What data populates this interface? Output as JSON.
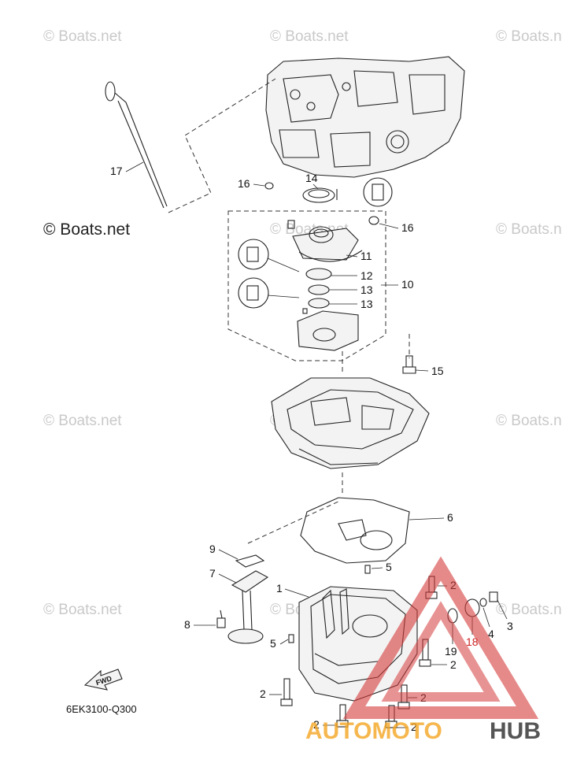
{
  "diagram_code": "6EK3100-Q300",
  "watermark_text": "© Boats.net",
  "fwd_label": "FWD",
  "logo": {
    "part1": "AUTOMOTO",
    "part2": "HUB",
    "color_orange": "#f5a623",
    "color_red": "#d63a3a",
    "color_gray": "#555555"
  },
  "callouts": {
    "c1": "1",
    "c2a": "2",
    "c2b": "2",
    "c2c": "2",
    "c2d": "2",
    "c2e": "2",
    "c2f": "2",
    "c3": "3",
    "c4": "4",
    "c5a": "5",
    "c5b": "5",
    "c6": "6",
    "c7": "7",
    "c8": "8",
    "c9": "9",
    "c10": "10",
    "c11": "11",
    "c12": "12",
    "c13a": "13",
    "c13b": "13",
    "c14": "14",
    "c15": "15",
    "c16a": "16",
    "c16b": "16",
    "c17": "17",
    "c18": "18",
    "c19": "19"
  }
}
